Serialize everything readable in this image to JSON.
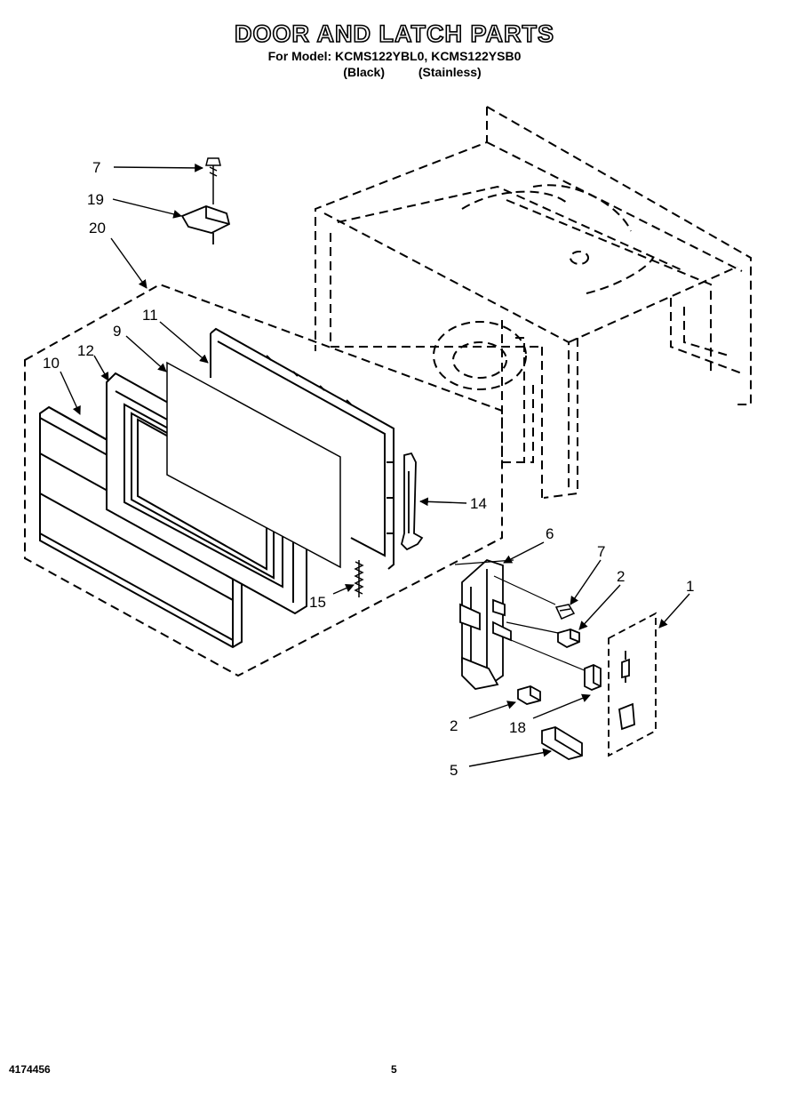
{
  "header": {
    "title": "DOOR AND LATCH PARTS",
    "models_line": "For Model: KCMS122YBL0, KCMS122YSB0",
    "variant_black": "(Black)",
    "variant_stainless": "(Stainless)"
  },
  "callouts": {
    "c7_top": "7",
    "c19": "19",
    "c20": "20",
    "c11": "11",
    "c9": "9",
    "c12": "12",
    "c10": "10",
    "c14": "14",
    "c15": "15",
    "c6": "6",
    "c7_latch": "7",
    "c2_right": "2",
    "c1": "1",
    "c2_left": "2",
    "c18": "18",
    "c5": "5"
  },
  "footer": {
    "doc_number": "4174456",
    "page_number": "5"
  }
}
